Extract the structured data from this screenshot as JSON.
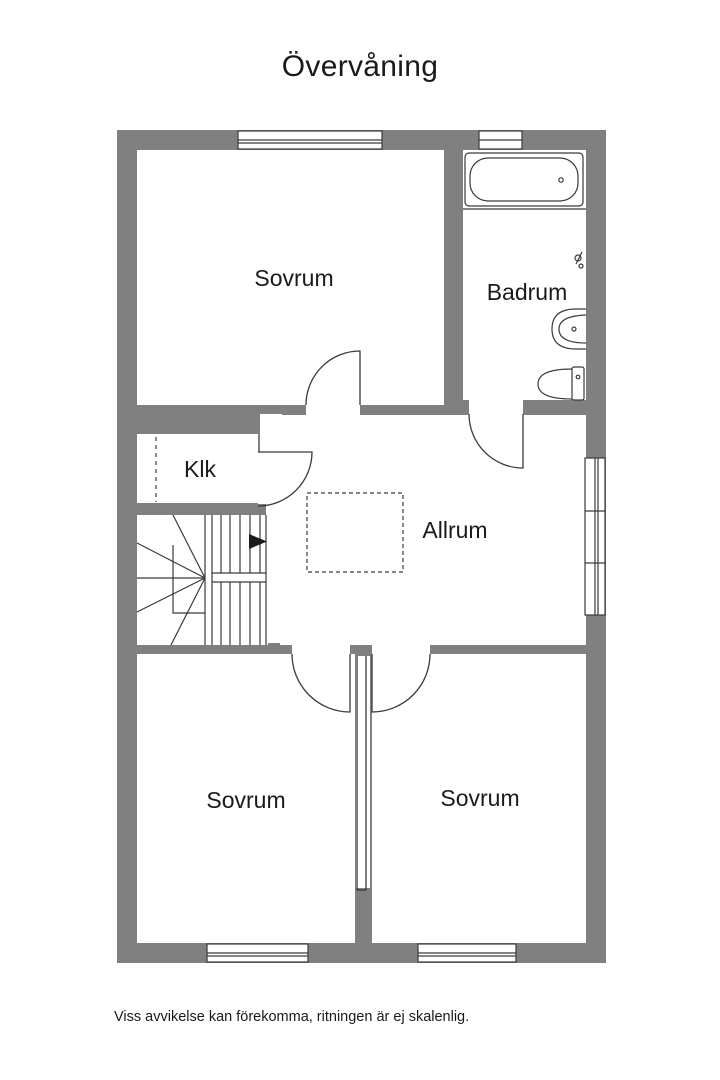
{
  "title": "Övervåning",
  "rooms": {
    "bedroom_top": "Sovrum",
    "bathroom": "Badrum",
    "closet": "Klk",
    "living": "Allrum",
    "bedroom_bottom_left": "Sovrum",
    "bedroom_bottom_right": "Sovrum"
  },
  "disclaimer": "Viss avvikelse kan förekomma, ritningen är ej skalenlig.",
  "colors": {
    "wall": "#808080",
    "line": "#3a3a3a",
    "background": "#ffffff"
  }
}
